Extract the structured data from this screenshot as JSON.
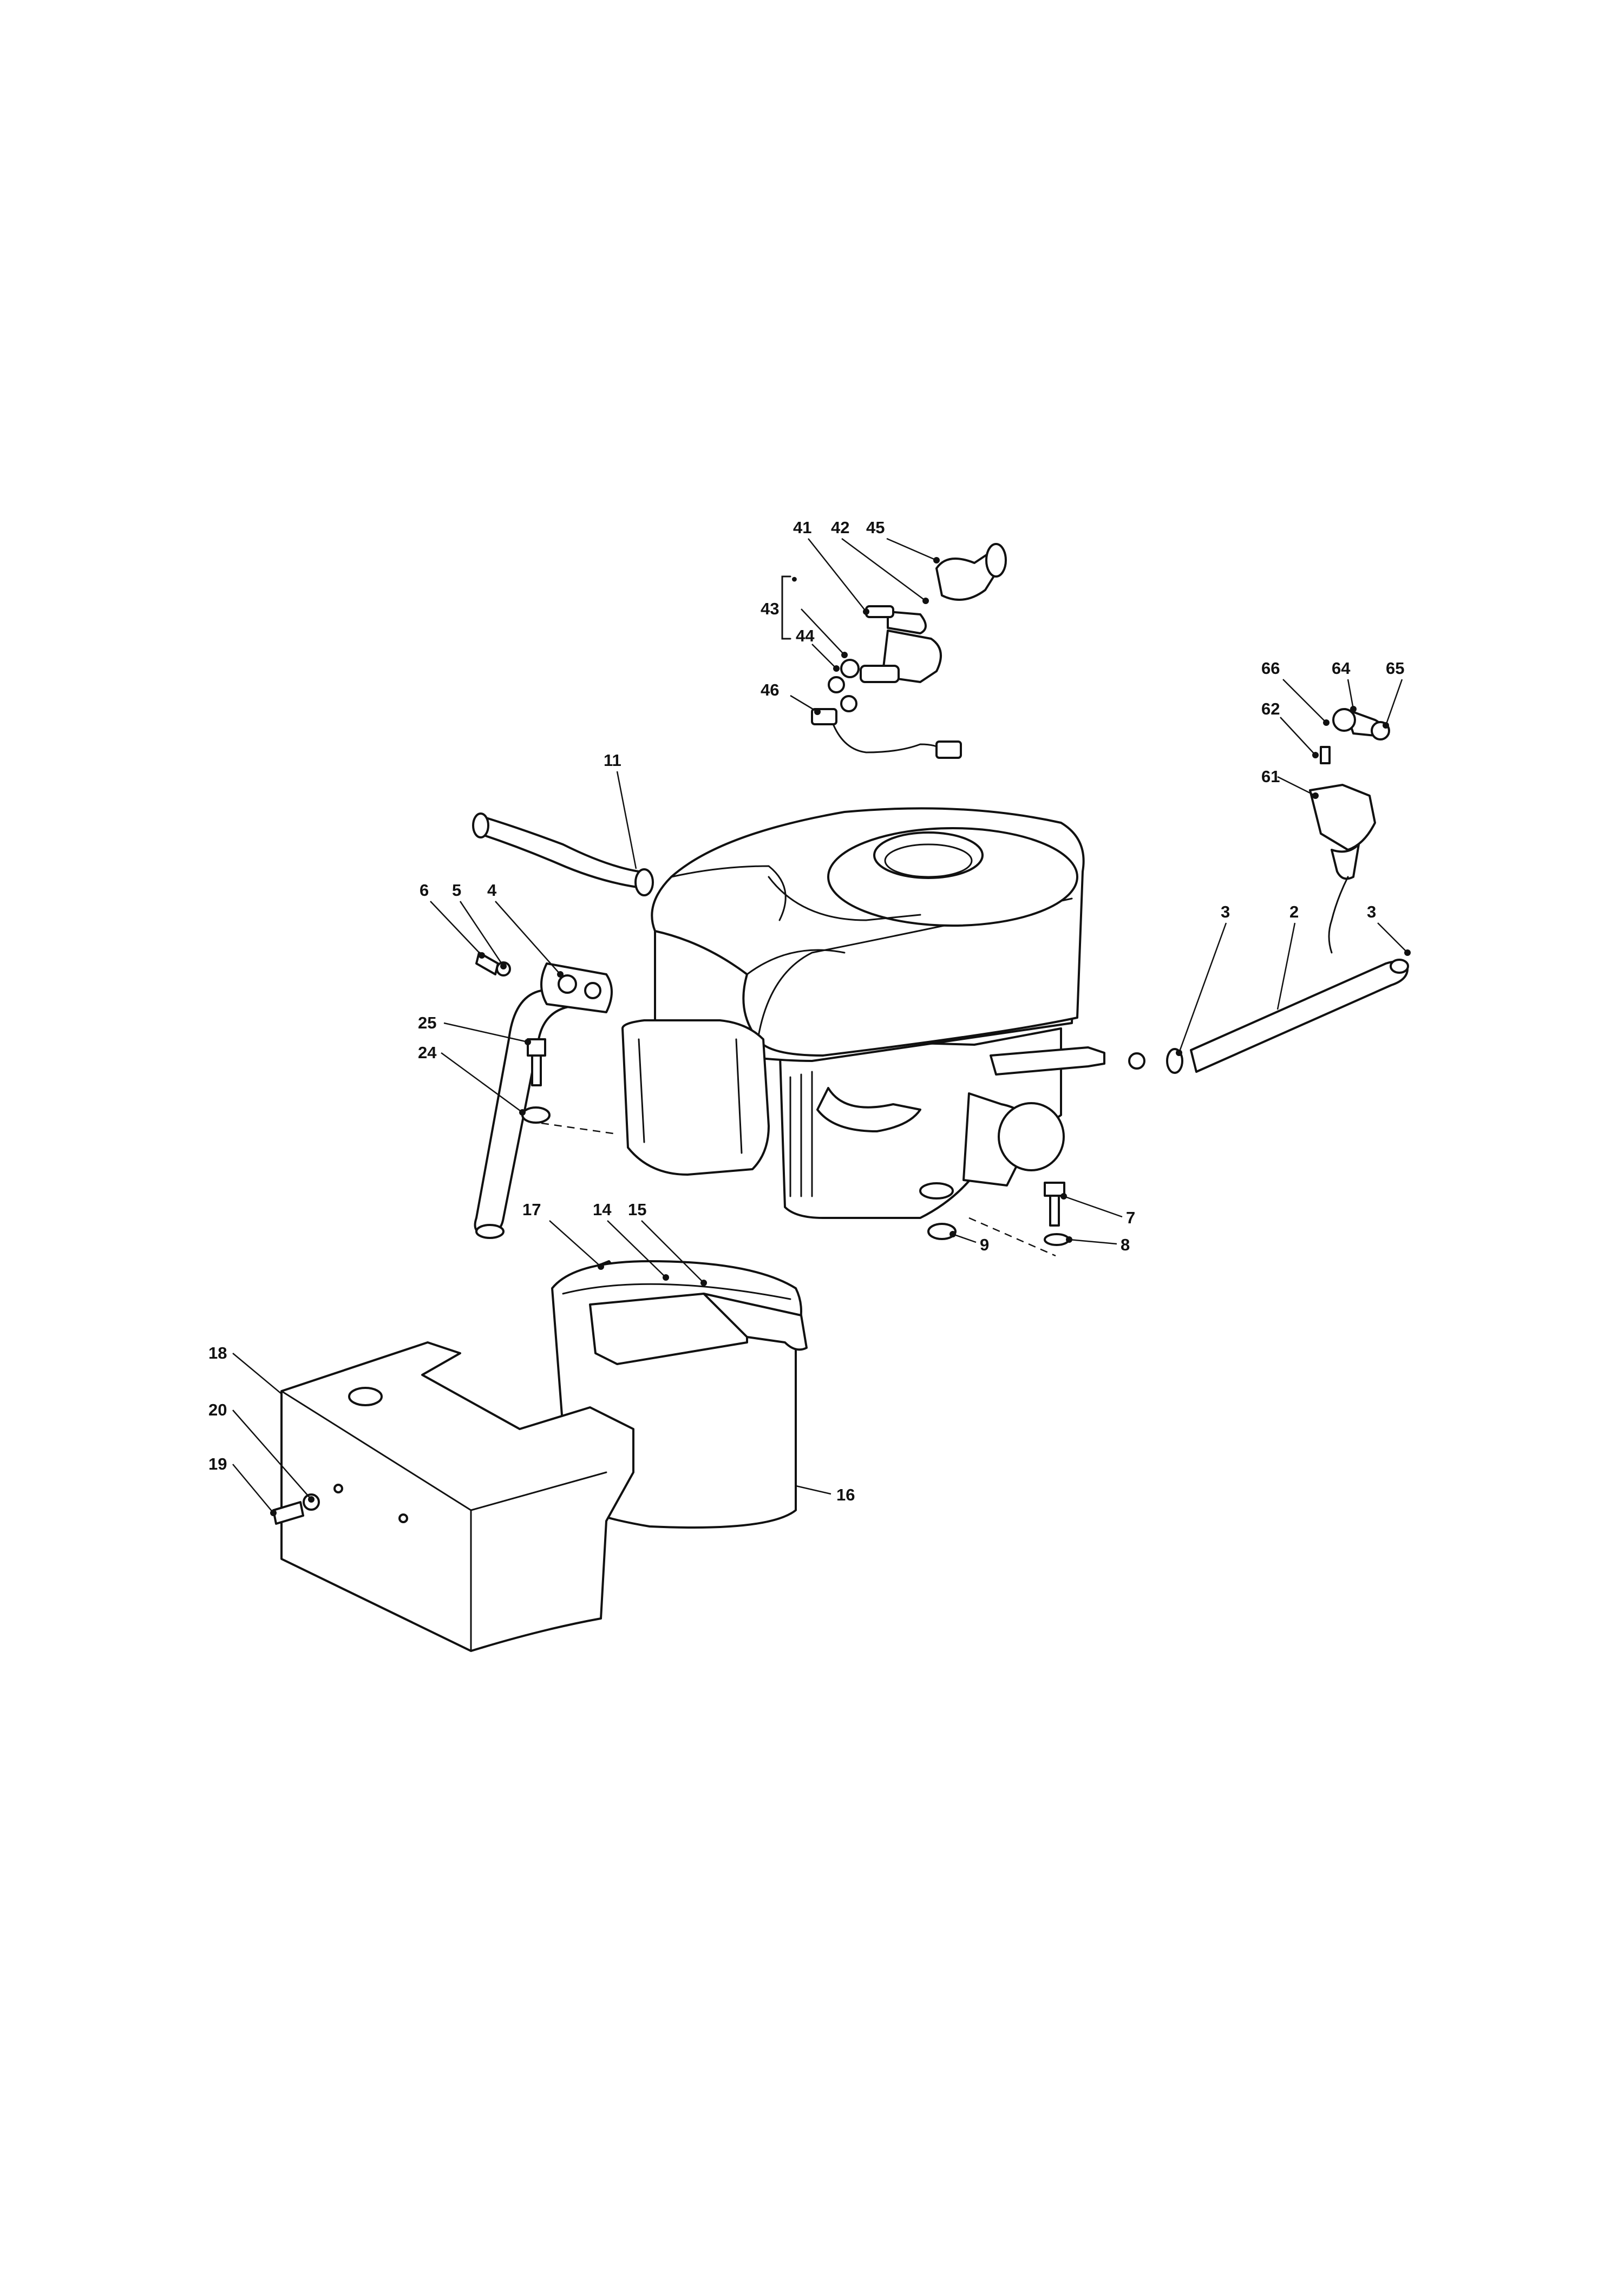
{
  "diagram": {
    "callouts": [
      "41",
      "42",
      "45",
      "43",
      "44",
      "46",
      "66",
      "64",
      "65",
      "62",
      "61",
      "11",
      "6",
      "5",
      "4",
      "3",
      "2",
      "3",
      "25",
      "24",
      "17",
      "14",
      "15",
      "7",
      "8",
      "9",
      "18",
      "20",
      "19",
      "16"
    ],
    "bullet": "•"
  }
}
